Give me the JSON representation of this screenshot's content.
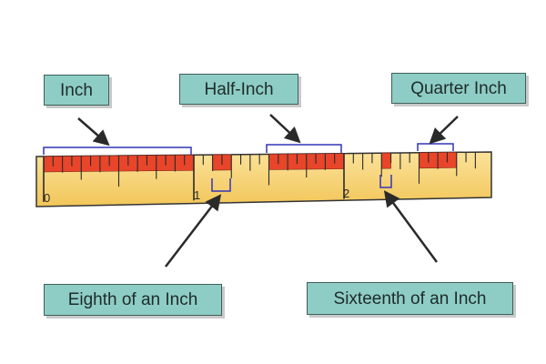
{
  "labels": {
    "inch": "Inch",
    "half_inch": "Half-Inch",
    "quarter_inch": "Quarter Inch",
    "eighth_inch": "Eighth of an Inch",
    "sixteenth_inch": "Sixteenth of an Inch"
  },
  "ruler": {
    "numbers": [
      "0",
      "1",
      "2"
    ]
  },
  "colors": {
    "ruler_fill": "#f6cf6a",
    "highlight": "#e8452a",
    "label_box": "#8ecdc5",
    "bracket": "#3434b8"
  }
}
